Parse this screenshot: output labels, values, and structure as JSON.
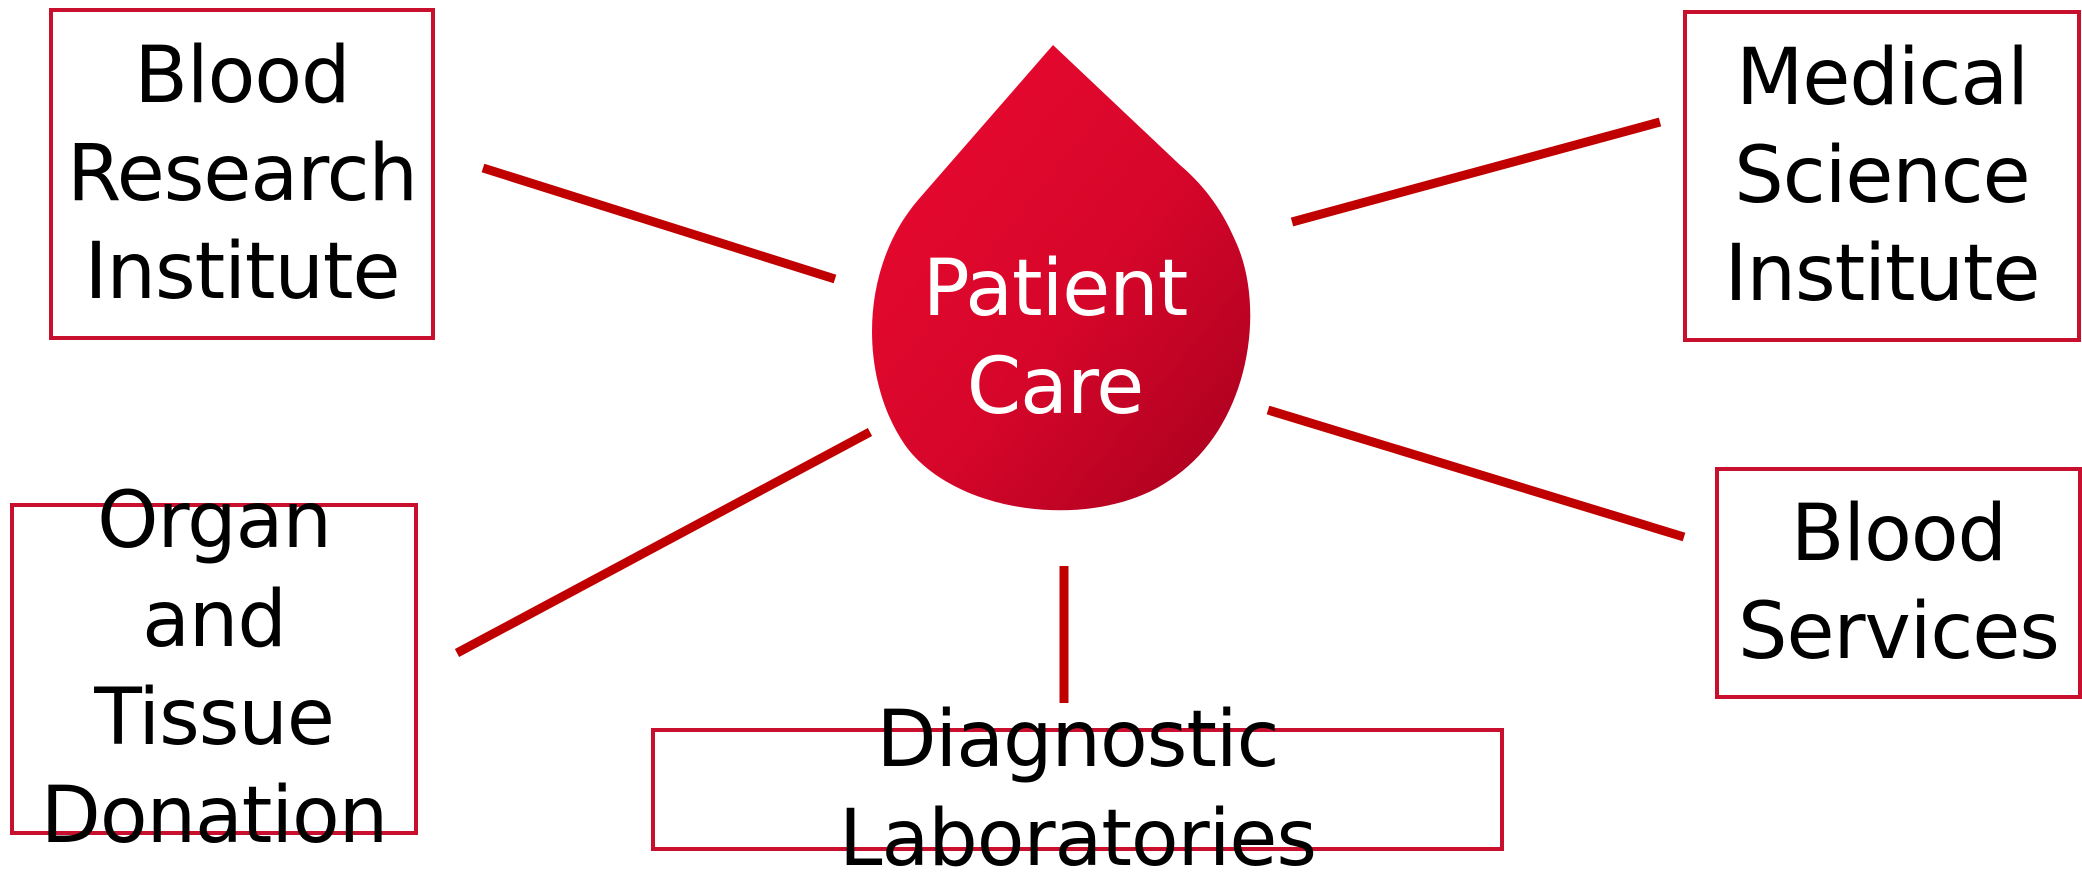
{
  "diagram": {
    "center": {
      "line1": "Patient",
      "line2": "Care"
    },
    "nodes": {
      "blood_research": [
        "Blood",
        "Research",
        "Institute"
      ],
      "medical_science": [
        "Medical",
        "Science",
        "Institute"
      ],
      "organ_tissue": [
        "Organ and",
        "Tissue",
        "Donation"
      ],
      "blood_services": [
        "Blood",
        "Services"
      ],
      "diagnostic": [
        "Diagnostic Laboratories"
      ]
    },
    "colors": {
      "accent": "#c8102e",
      "connector": "#c00000",
      "drop_light": "#e4082c",
      "drop_dark": "#a8001f"
    }
  }
}
